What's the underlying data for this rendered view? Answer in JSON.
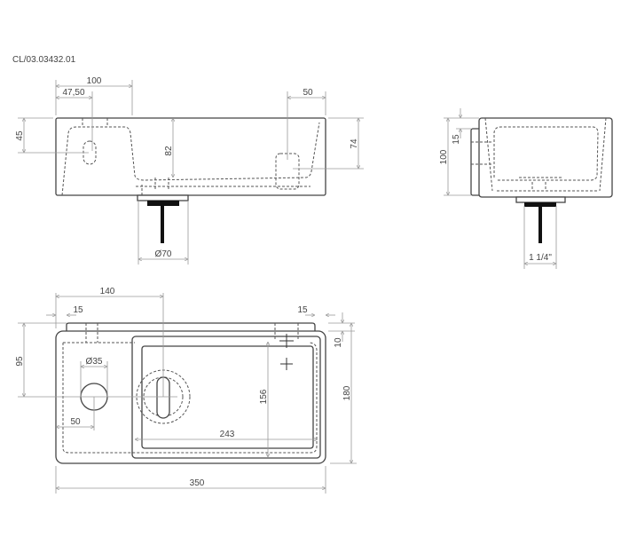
{
  "drawing_code": "CL/03.03432.01",
  "front_view": {
    "dims": {
      "width_100": "100",
      "overflow_47_50": "47,50",
      "tap_50": "50",
      "height_45": "45",
      "depth_82": "82",
      "height_74": "74",
      "waste_diameter": "Ø70"
    }
  },
  "side_view": {
    "dims": {
      "height_100": "100",
      "offset_15": "15",
      "waste_thread": "1 1/4\""
    }
  },
  "top_view": {
    "dims": {
      "overflow_140": "140",
      "left_15": "15",
      "right_15": "15",
      "ledge_10": "10",
      "depth_95": "95",
      "overflow_diameter": "Ø35",
      "overflow_50": "50",
      "basin_243": "243",
      "basin_156": "156",
      "depth_180": "180",
      "width_350": "350"
    }
  }
}
